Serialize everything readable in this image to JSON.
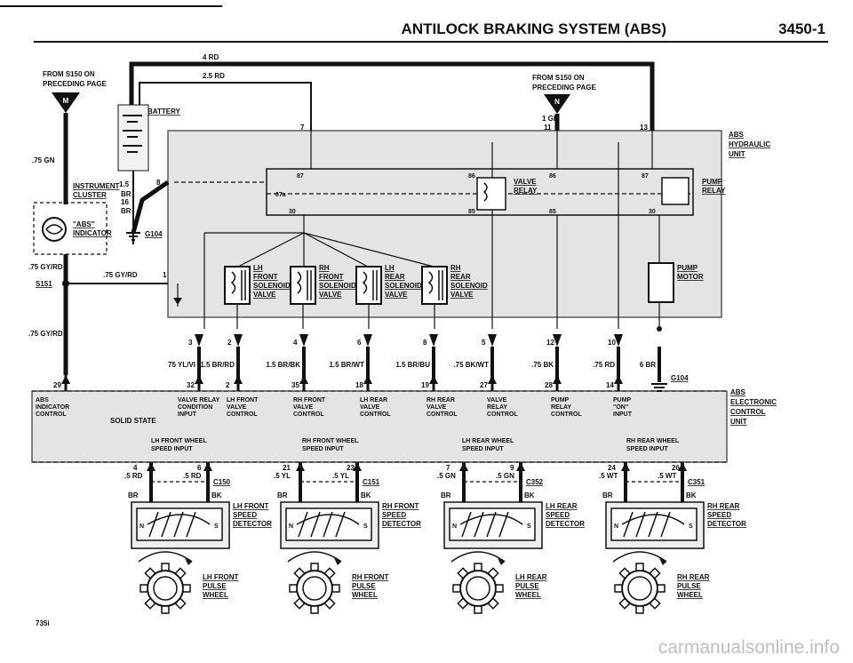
{
  "header": {
    "title": "ANTILOCK BRAKING SYSTEM (ABS)",
    "page": "3450-1"
  },
  "wires_top": {
    "w1": "4 RD",
    "w2": "2.5 RD",
    "battery": "BATTERY"
  },
  "sources": {
    "left": {
      "line1": "FROM S150 ON",
      "line2": "PRECEDING PAGE",
      "tag": "M"
    },
    "right": {
      "line1": "FROM S150 ON",
      "line2": "PRECEDING PAGE",
      "tag": "N"
    }
  },
  "cluster": {
    "wire_gn": ".75 GN",
    "title1": "INSTRUMENT",
    "title2": "CLUSTER",
    "ind1": "\"ABS\"",
    "ind2": "INDICATOR",
    "w15": "1.5",
    "wbr": "BR",
    "p8": "8",
    "p16": "16",
    "p16b": "BR",
    "ground": "G104"
  },
  "splice": {
    "wire1": ".75 GY/RD",
    "name": "S151",
    "wire2": ".75 GY/RD",
    "wire3": ".75 GY/RD",
    "pin1": "1"
  },
  "hydraulic_unit": {
    "l1": "ABS",
    "l2": "HYDRAULIC",
    "l3": "UNIT"
  },
  "valve_relay": {
    "l1": "VALVE",
    "l2": "RELAY",
    "p87": "87",
    "p87a": "87a",
    "p30": "30",
    "p86": "86",
    "p85": "85"
  },
  "pump_relay": {
    "l1": "PUMP",
    "l2": "RELAY",
    "p86": "86",
    "p87": "87",
    "p30": "30",
    "p85": "85"
  },
  "pump_motor": {
    "l1": "PUMP",
    "l2": "MOTOR"
  },
  "ngn": {
    "w": "1 GN",
    "p11": "11",
    "p7": "7",
    "p13": "13"
  },
  "solenoids": [
    {
      "l1": "LH",
      "l2": "FRONT",
      "l3": "SOLENOID",
      "l4": "VALVE"
    },
    {
      "l1": "RH",
      "l2": "FRONT",
      "l3": "SOLENOID",
      "l4": "VALVE"
    },
    {
      "l1": "LH",
      "l2": "REAR",
      "l3": "SOLENOID",
      "l4": "VALVE"
    },
    {
      "l1": "RH",
      "l2": "REAR",
      "l3": "SOLENOID",
      "l4": "VALVE"
    }
  ],
  "conn_top": [
    "3",
    "2",
    "4",
    "6",
    "8",
    "5",
    "12",
    "10"
  ],
  "wires_mid": [
    "75 YL/VI",
    "1.5 BR/RD",
    "1.5 BR/BK",
    "1.5 BR/WT",
    "1.5 BR/BU",
    ".75 BK/WT",
    ".75 BK",
    ".75 RD",
    "6 BR"
  ],
  "conn_ecu": [
    "29",
    "32",
    "2",
    "35",
    "18",
    "19",
    "27",
    "28",
    "14"
  ],
  "ground2": "G104",
  "ecu": {
    "l1": "ABS",
    "l2": "ELECTRONIC",
    "l3": "CONTROL",
    "l4": "UNIT",
    "solid_state": "SOLID STATE",
    "abs_ind": [
      "ABS",
      "INDICATOR",
      "CONTROL"
    ],
    "blocks": [
      [
        "VALVE RELAY",
        "CONDITION",
        "INPUT"
      ],
      [
        "LH FRONT",
        "VALVE",
        "CONTROL"
      ],
      [
        "RH FRONT",
        "VALVE",
        "CONTROL"
      ],
      [
        "LH REAR",
        "VALVE",
        "CONTROL"
      ],
      [
        "RH REAR",
        "VALVE",
        "CONTROL"
      ],
      [
        "VALVE",
        "RELAY",
        "CONTROL"
      ],
      [
        "PUMP",
        "RELAY",
        "CONTROL"
      ],
      [
        "PUMP",
        "\"ON\"",
        "INPUT"
      ]
    ],
    "speed": [
      [
        "LH FRONT WHEEL",
        "SPEED INPUT"
      ],
      [
        "RH FRONT WHEEL",
        "SPEED INPUT"
      ],
      [
        "LH REAR WHEEL",
        "SPEED INPUT"
      ],
      [
        "RH REAR WHEEL",
        "SPEED INPUT"
      ]
    ]
  },
  "sensors": [
    {
      "pa": "4",
      "pb": "6",
      "wa": ".5 RD",
      "wb": ".5 RD",
      "conn": "C150",
      "sa": "BR",
      "sb": "BK",
      "l1": "LH FRONT",
      "l2": "SPEED",
      "l3": "DETECTOR",
      "w1": "LH FRONT",
      "w2": "PULSE",
      "w3": "WHEEL"
    },
    {
      "pa": "21",
      "pb": "23",
      "wa": ".5 YL",
      "wb": ".5 YL",
      "conn": "C151",
      "sa": "BR",
      "sb": "BK",
      "l1": "RH FRONT",
      "l2": "SPEED",
      "l3": "DETECTOR",
      "w1": "RH FRONT",
      "w2": "PULSE",
      "w3": "WHEEL"
    },
    {
      "pa": "7",
      "pb": "9",
      "wa": ".5 GN",
      "wb": ".5 GN",
      "conn": "C352",
      "sa": "BR",
      "sb": "BK",
      "l1": "LH REAR",
      "l2": "SPEED",
      "l3": "DETECTOR",
      "w1": "LH REAR",
      "w2": "PULSE",
      "w3": "WHEEL"
    },
    {
      "pa": "24",
      "pb": "26",
      "wa": ".5 WT",
      "wb": ".5 WT",
      "conn": "C351",
      "sa": "BR",
      "sb": "BK",
      "l1": "RH REAR",
      "l2": "SPEED",
      "l3": "DETECTOR",
      "w1": "RH REAR",
      "w2": "PULSE",
      "w3": "WHEEL"
    }
  ],
  "coil_n": "N",
  "coil_s": "S",
  "figure_id": "735i",
  "watermark": "carmanualsonline.info"
}
